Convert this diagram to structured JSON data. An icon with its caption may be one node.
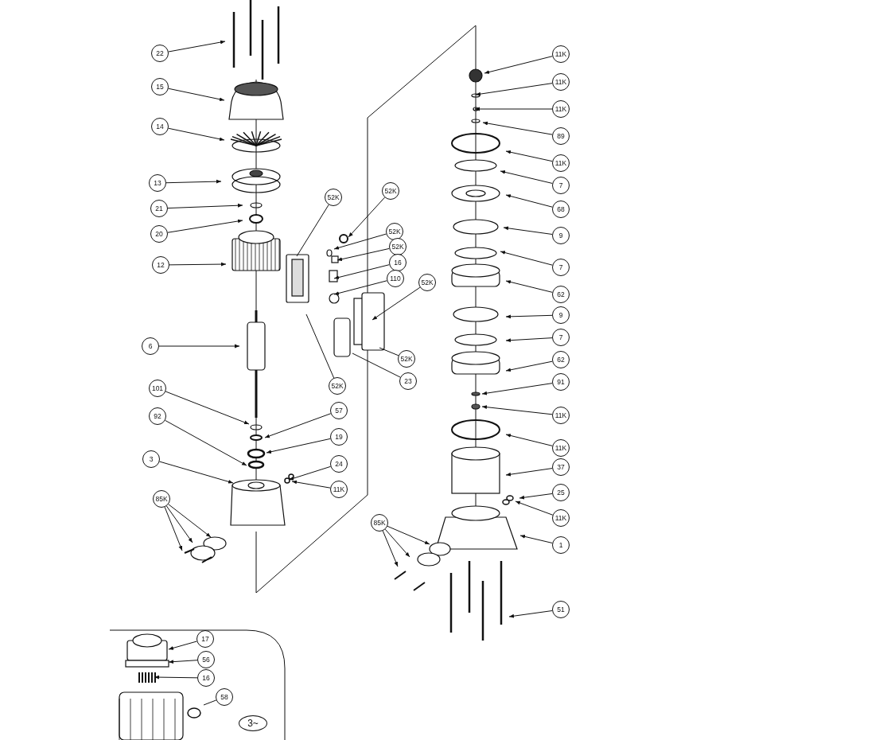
{
  "diagram": {
    "nodes": [
      {
        "text": [
          "22"
        ]
      },
      {
        "text": [
          "15"
        ]
      },
      {
        "text": [
          "14"
        ]
      },
      {
        "text": [
          "13"
        ]
      },
      {
        "text": [
          "21"
        ]
      },
      {
        "text": [
          "20"
        ]
      },
      {
        "text": [
          "12"
        ]
      },
      {
        "text": [
          "6"
        ]
      },
      {
        "text": [
          "101"
        ]
      },
      {
        "text": [
          "92"
        ]
      },
      {
        "text": [
          "3"
        ]
      },
      {
        "text": [
          "85K"
        ]
      },
      {
        "text": [
          "52K"
        ]
      },
      {
        "text": [
          "52K"
        ]
      },
      {
        "text": [
          "52K"
        ]
      },
      {
        "text": [
          "52K"
        ]
      },
      {
        "text": [
          "16"
        ]
      },
      {
        "text": [
          "110"
        ]
      },
      {
        "text": [
          "52K"
        ]
      },
      {
        "text": [
          "52K"
        ]
      },
      {
        "text": [
          "23"
        ]
      },
      {
        "text": [
          "52K"
        ]
      },
      {
        "text": [
          "57"
        ]
      },
      {
        "text": [
          "19"
        ]
      },
      {
        "text": [
          "24"
        ]
      },
      {
        "text": [
          "11K"
        ]
      },
      {
        "text": [
          "11K"
        ]
      },
      {
        "text": [
          "11K"
        ]
      },
      {
        "text": [
          "11K"
        ]
      },
      {
        "text": [
          "89"
        ]
      },
      {
        "text": [
          "11K"
        ]
      },
      {
        "text": [
          "7"
        ]
      },
      {
        "text": [
          "68"
        ]
      },
      {
        "text": [
          "9"
        ]
      },
      {
        "text": [
          "7"
        ]
      },
      {
        "text": [
          "62"
        ]
      },
      {
        "text": [
          "9"
        ]
      },
      {
        "text": [
          "7"
        ]
      },
      {
        "text": [
          "62"
        ]
      },
      {
        "text": [
          "91"
        ]
      },
      {
        "text": [
          "11K"
        ]
      },
      {
        "text": [
          "11K"
        ]
      },
      {
        "text": [
          "37"
        ]
      },
      {
        "text": [
          "25"
        ]
      },
      {
        "text": [
          "11K"
        ]
      },
      {
        "text": [
          "1"
        ]
      },
      {
        "text": [
          "85K"
        ]
      },
      {
        "text": [
          "51"
        ]
      },
      {
        "text": [
          "17"
        ]
      },
      {
        "text": [
          "56"
        ]
      },
      {
        "text": [
          "16"
        ]
      },
      {
        "text": [
          "58"
        ]
      },
      {
        "text": [
          "3~"
        ]
      }
    ],
    "edges": [
      {
        "from": 0,
        "to": null,
        "arrow": "to"
      },
      {
        "from": 1,
        "to": null,
        "arrow": "to"
      },
      {
        "from": 2,
        "to": null,
        "arrow": "to"
      },
      {
        "from": 3,
        "to": null,
        "arrow": "to"
      },
      {
        "from": 4,
        "to": null,
        "arrow": "to"
      },
      {
        "from": 5,
        "to": null,
        "arrow": "to"
      },
      {
        "from": 6,
        "to": null,
        "arrow": "to"
      },
      {
        "from": 7,
        "to": null,
        "arrow": "to"
      },
      {
        "from": 8,
        "to": null,
        "arrow": "to"
      },
      {
        "from": 9,
        "to": null,
        "arrow": "to"
      },
      {
        "from": 10,
        "to": null,
        "arrow": "to"
      },
      {
        "from": 11,
        "to": null,
        "arrow": "to"
      },
      {
        "from": 11,
        "to": null,
        "arrow": "to"
      },
      {
        "from": 11,
        "to": null,
        "arrow": "to"
      },
      {
        "from": 12,
        "to": null,
        "arrow": "none"
      },
      {
        "from": 13,
        "to": null,
        "arrow": "to"
      },
      {
        "from": 14,
        "to": null,
        "arrow": "to"
      },
      {
        "from": 15,
        "to": null,
        "arrow": "to"
      },
      {
        "from": 16,
        "to": null,
        "arrow": "to"
      },
      {
        "from": 17,
        "to": null,
        "arrow": "to"
      },
      {
        "from": 18,
        "to": null,
        "arrow": "to"
      },
      {
        "from": 19,
        "to": null,
        "arrow": "none"
      },
      {
        "from": 20,
        "to": null,
        "arrow": "none"
      },
      {
        "from": 21,
        "to": null,
        "arrow": "none"
      },
      {
        "from": 22,
        "to": null,
        "arrow": "to"
      },
      {
        "from": 23,
        "to": null,
        "arrow": "to"
      },
      {
        "from": 24,
        "to": null,
        "arrow": "to"
      },
      {
        "from": 25,
        "to": null,
        "arrow": "to"
      },
      {
        "from": 26,
        "to": null,
        "arrow": "to"
      },
      {
        "from": 27,
        "to": null,
        "arrow": "to"
      },
      {
        "from": 28,
        "to": null,
        "arrow": "to"
      },
      {
        "from": 29,
        "to": null,
        "arrow": "to"
      },
      {
        "from": 30,
        "to": null,
        "arrow": "to"
      },
      {
        "from": 31,
        "to": null,
        "arrow": "to"
      },
      {
        "from": 32,
        "to": null,
        "arrow": "to"
      },
      {
        "from": 33,
        "to": null,
        "arrow": "to"
      },
      {
        "from": 34,
        "to": null,
        "arrow": "to"
      },
      {
        "from": 35,
        "to": null,
        "arrow": "to"
      },
      {
        "from": 36,
        "to": null,
        "arrow": "to"
      },
      {
        "from": 37,
        "to": null,
        "arrow": "to"
      },
      {
        "from": 38,
        "to": null,
        "arrow": "to"
      },
      {
        "from": 39,
        "to": null,
        "arrow": "to"
      },
      {
        "from": 40,
        "to": null,
        "arrow": "to"
      },
      {
        "from": 41,
        "to": null,
        "arrow": "to"
      },
      {
        "from": 42,
        "to": null,
        "arrow": "to"
      },
      {
        "from": 43,
        "to": null,
        "arrow": "to"
      },
      {
        "from": 44,
        "to": null,
        "arrow": "to"
      },
      {
        "from": 45,
        "to": null,
        "arrow": "to"
      },
      {
        "from": 46,
        "to": null,
        "arrow": "to"
      },
      {
        "from": 46,
        "to": null,
        "arrow": "to"
      },
      {
        "from": 46,
        "to": null,
        "arrow": "to"
      },
      {
        "from": 47,
        "to": null,
        "arrow": "to"
      },
      {
        "from": 48,
        "to": null,
        "arrow": "to"
      },
      {
        "from": 49,
        "to": null,
        "arrow": "to"
      },
      {
        "from": 50,
        "to": null,
        "arrow": "to"
      },
      {
        "from": 51,
        "to": null,
        "arrow": "none"
      }
    ]
  }
}
